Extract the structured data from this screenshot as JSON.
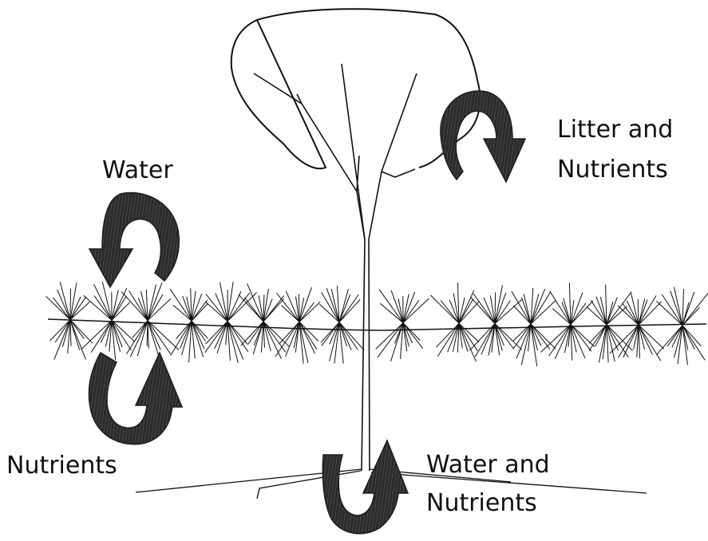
{
  "labels": {
    "water": "Water",
    "litter_line1": "Litter and",
    "litter_line2": "Nutrients",
    "nutrients": "Nutrients",
    "water_nutrients_line1": "Water and",
    "water_nutrients_line2": "Nutrients"
  },
  "colors": {
    "ink": "#111111",
    "arrow_fill": "#2b2b2b"
  },
  "icons": {
    "cycle_arrow": "curved-arrow-icon",
    "grass_tuft": "grass-tuft-icon",
    "tree": "tree-icon"
  }
}
